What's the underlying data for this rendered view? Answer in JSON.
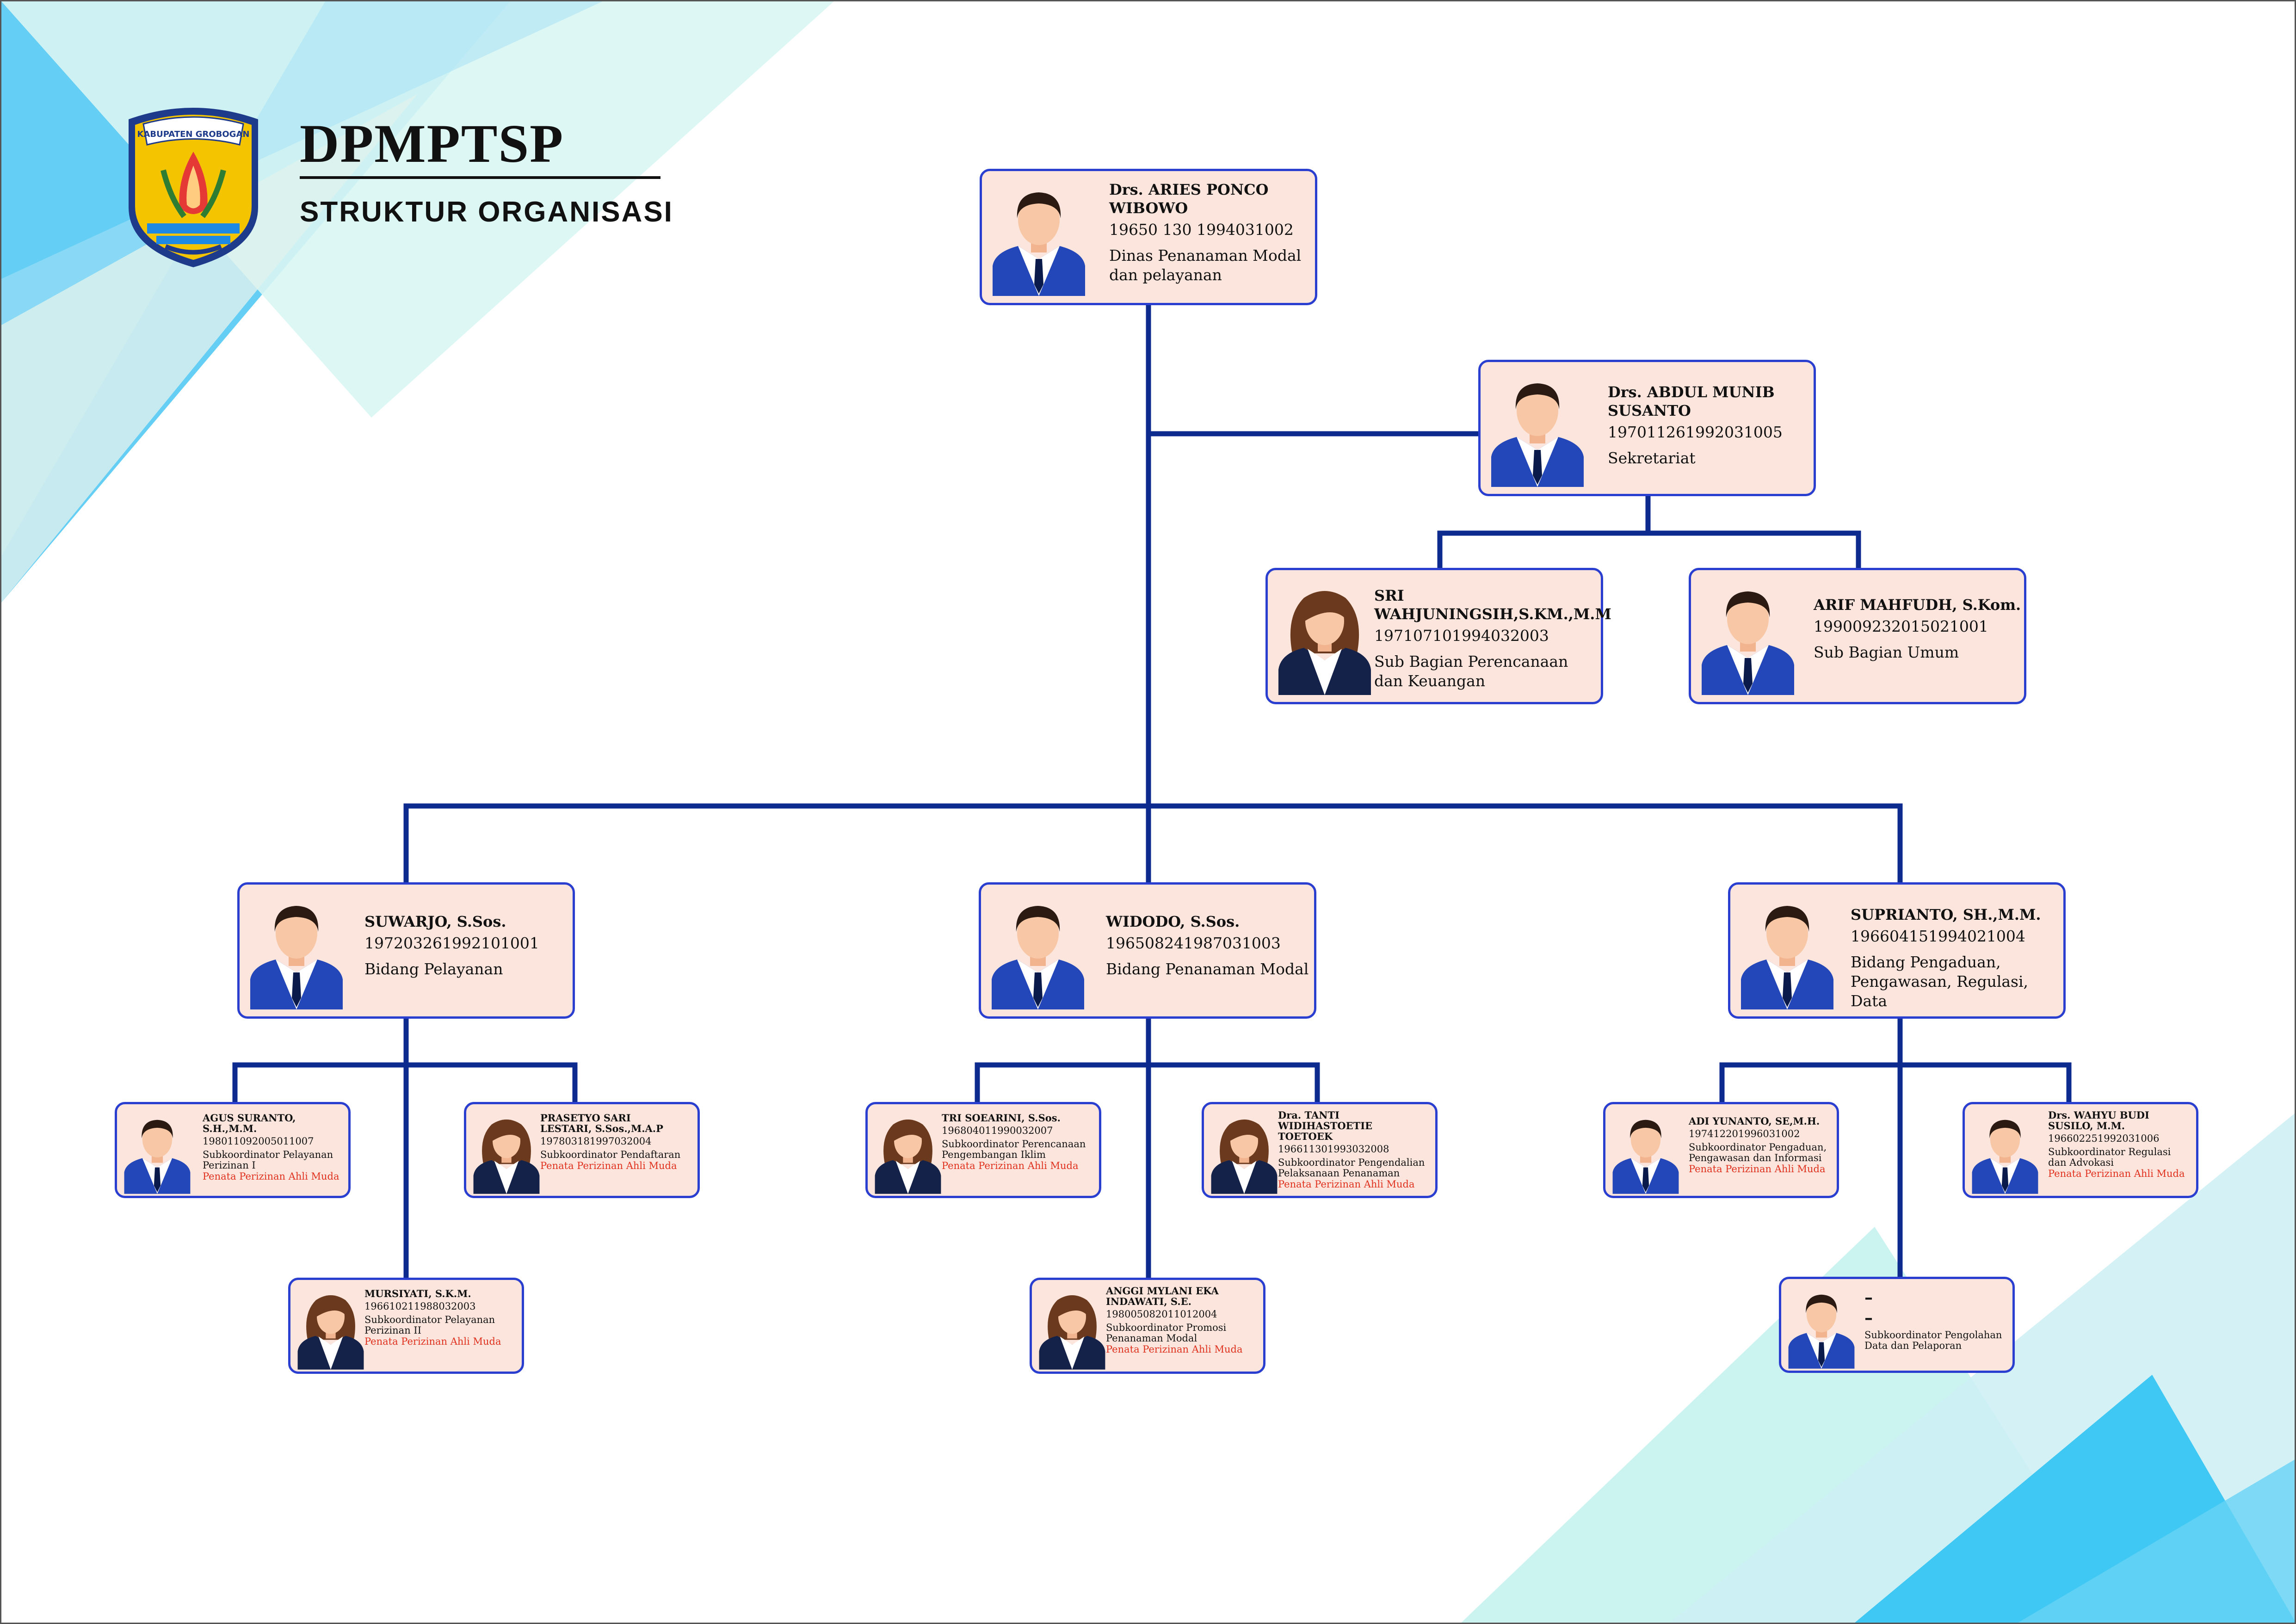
{
  "header": {
    "title": "DPMPTSP",
    "subtitle": "STRUKTUR ORGANISASI",
    "logo_text": "KABUPATEN GROBOGAN"
  },
  "colors": {
    "connector": "#0d2a8f",
    "card_border": "#2a3fd0",
    "card_fill": "#fce5dc",
    "accent_cyan": "#3fc8f4",
    "role_red": "#e0301e"
  },
  "nodes": {
    "head": {
      "name": "Drs. ARIES PONCO\nWIBOWO",
      "nip": "19650 130 1994031002",
      "position": "Dinas Penanaman Modal\ndan pelayanan",
      "avatar": "male-avatar-icon"
    },
    "secretary": {
      "name": "Drs. ABDUL MUNIB\nSUSANTO",
      "nip": "197011261992031005",
      "position": "Sekretariat",
      "avatar": "male-avatar-icon"
    },
    "sub_perencanaan": {
      "name": "SRI WAHJUNINGSIH,S.KM.,M.M",
      "nip": "197107101994032003",
      "position": "Sub Bagian Perencanaan\ndan Keuangan",
      "avatar": "female-avatar-icon"
    },
    "sub_umum": {
      "name": "ARIF MAHFUDH, S.Kom.",
      "nip": "199009232015021001",
      "position": "Sub Bagian Umum",
      "avatar": "male-avatar-icon"
    },
    "bidang_pelayanan": {
      "name": "SUWARJO, S.Sos.",
      "nip": "197203261992101001",
      "position": "Bidang Pelayanan",
      "avatar": "male-avatar-icon"
    },
    "bidang_penanaman": {
      "name": "WIDODO, S.Sos.",
      "nip": "196508241987031003",
      "position": "Bidang Penanaman Modal",
      "avatar": "male-avatar-icon"
    },
    "bidang_pengaduan": {
      "name": "SUPRIANTO, SH.,M.M.",
      "nip": "196604151994021004",
      "position": "Bidang Pengaduan,\nPengawasan, Regulasi, Data",
      "avatar": "male-avatar-icon"
    },
    "agus": {
      "name": "AGUS SURANTO, S.H.,M.M.",
      "nip": "198011092005011007",
      "position": "Subkoordinator Pelayanan\nPerizinan I",
      "role": "Penata Perizinan Ahli Muda",
      "avatar": "male-avatar-icon"
    },
    "prasetyo": {
      "name": "PRASETYO SARI\nLESTARI, S.Sos.,M.A.P",
      "nip": "197803181997032004",
      "position": "Subkoordinator Pendaftaran",
      "role": "Penata Perizinan Ahli Muda",
      "avatar": "female-avatar-icon"
    },
    "mursiyati": {
      "name": "MURSIYATI, S.K.M.",
      "nip": "196610211988032003",
      "position": "Subkoordinator Pelayanan\nPerizinan II",
      "role": "Penata Perizinan Ahli Muda",
      "avatar": "female-avatar-icon"
    },
    "tri": {
      "name": "TRI SOEARINI, S.Sos.",
      "nip": "196804011990032007",
      "position": "Subkoordinator Perencanaan\nPengembangan Iklim",
      "role": "Penata Perizinan Ahli Muda",
      "avatar": "female-avatar-icon"
    },
    "tanti": {
      "name": "Dra. TANTI WIDIHASTOETIE\nTOETOEK",
      "nip": "196611301993032008",
      "position": "Subkoordinator Pengendalian\nPelaksanaan Penanaman",
      "role": "Penata Perizinan Ahli Muda",
      "avatar": "female-avatar-icon"
    },
    "anggi": {
      "name": "ANGGI MYLANI EKA\nINDAWATI, S.E.",
      "nip": "198005082011012004",
      "position": "Subkoordinator Promosi\nPenanaman Modal",
      "role": "Penata Perizinan Ahli Muda",
      "avatar": "female-avatar-icon"
    },
    "adi": {
      "name": "ADI YUNANTO, SE,M.H.",
      "nip": "197412201996031002",
      "position": "Subkoordinator Pengaduan,\nPengawasan dan Informasi",
      "role": "Penata Perizinan Ahli Muda",
      "avatar": "male-avatar-icon"
    },
    "wahyu": {
      "name": "Drs. WAHYU BUDI\nSUSILO, M.M.",
      "nip": "196602251992031006",
      "position": "Subkoordinator Regulasi\ndan Advokasi",
      "role": "Penata Perizinan Ahli Muda",
      "avatar": "male-avatar-icon"
    },
    "vacant": {
      "name": "–\n–",
      "position": "Subkoordinator Pengolahan\nData dan Pelaporan",
      "avatar": "male-avatar-icon"
    }
  }
}
